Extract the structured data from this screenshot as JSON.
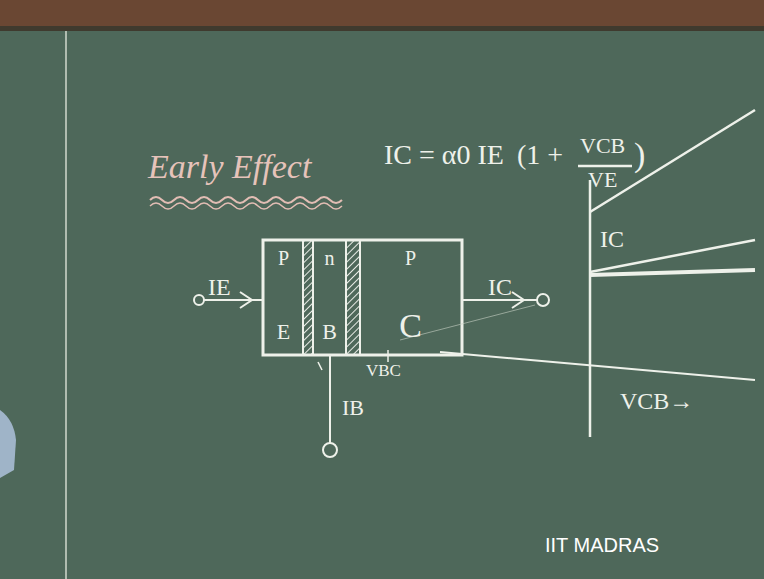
{
  "diagram": {
    "title": "Early Effect",
    "nodes": [
      {
        "text": [
          "P",
          "E"
        ]
      },
      {
        "text": [
          "n",
          "B"
        ]
      },
      {
        "text": [
          "P",
          "C"
        ]
      }
    ],
    "labels": [
      "IC = α0 IE",
      "(1 +",
      "VCB",
      "VE",
      ")",
      "IE",
      "IC",
      "IB",
      "VBC",
      "IC",
      "VCB→",
      "IIT MADRAS"
    ]
  }
}
